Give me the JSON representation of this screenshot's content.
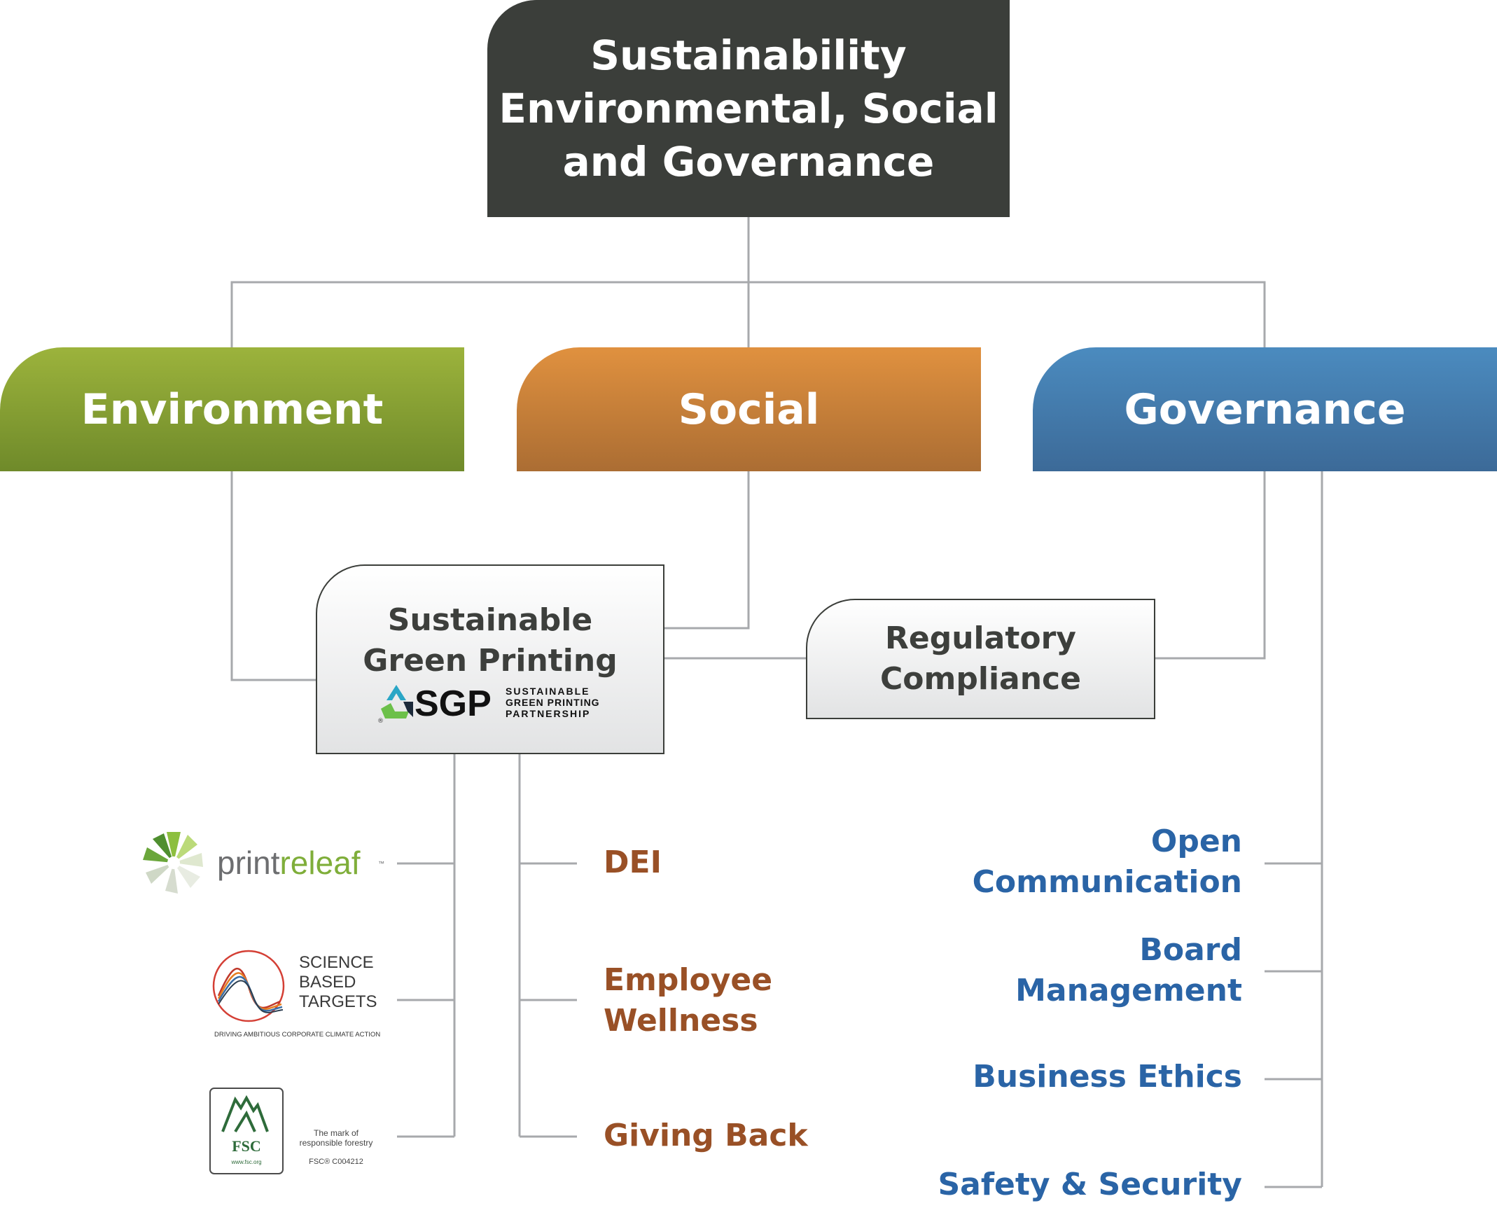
{
  "root": {
    "lines": [
      "Sustainability",
      "Environmental, Social",
      "and Governance"
    ],
    "color": "#3b3e3a"
  },
  "categories": {
    "environment": {
      "label": "Environment",
      "color": "#86a033"
    },
    "social": {
      "label": "Social",
      "color": "#c67e3a"
    },
    "governance": {
      "label": "Governance",
      "color": "#4479ab"
    }
  },
  "sgp_box": {
    "lines": [
      "Sustainable",
      "Green Printing"
    ],
    "logo": {
      "mark": "SGP",
      "tagline": [
        "SUSTAINABLE",
        "GREEN PRINTING",
        "PARTNERSHIP"
      ],
      "registered": "®"
    }
  },
  "regulatory_box": {
    "lines": [
      "Regulatory",
      "Compliance"
    ]
  },
  "environment_logos": {
    "printreleaf": {
      "prefix": "print",
      "suffix": "releaf",
      "tm": "™"
    },
    "science_based_targets": {
      "lines": [
        "SCIENCE",
        "BASED",
        "TARGETS"
      ],
      "tagline": "DRIVING AMBITIOUS CORPORATE CLIMATE ACTION"
    },
    "fsc": {
      "mark": "FSC",
      "url": "www.fsc.org",
      "lines": [
        "The mark of",
        "responsible forestry"
      ],
      "code": "FSC® C004212"
    }
  },
  "social_items": [
    {
      "lines": [
        "DEI"
      ]
    },
    {
      "lines": [
        "Employee",
        "Wellness"
      ]
    },
    {
      "lines": [
        "Giving Back"
      ]
    }
  ],
  "governance_items": [
    {
      "lines": [
        "Open",
        "Communication"
      ]
    },
    {
      "lines": [
        "Board",
        "Management"
      ]
    },
    {
      "lines": [
        "Business Ethics"
      ]
    },
    {
      "lines": [
        "Safety & Security"
      ]
    }
  ],
  "colors": {
    "connector": "#a7a9ac",
    "social_text": "#995026",
    "governance_text": "#2a64a6",
    "printreleaf_green": "#7fae3a"
  },
  "icons": [
    "sgp-recycle-icon",
    "printreleaf-leaf-icon",
    "sbt-wave-icon",
    "fsc-tree-icon"
  ]
}
